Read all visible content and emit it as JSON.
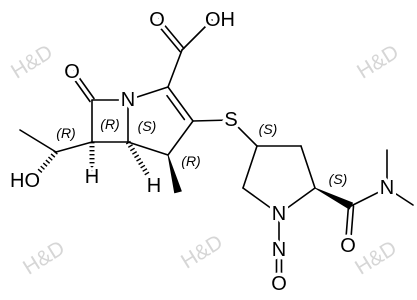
{
  "diagram": {
    "atoms": {
      "lactam_oxygen": "O",
      "lactam_nitrogen": "N",
      "acid_carbonyl_oxygen": "O",
      "acid_hydroxyl": "OH",
      "thioether_sulfur": "S",
      "side_chain_hydroxyl": "HO",
      "hydrogen_c6": "H",
      "hydrogen_c5": "H",
      "pyrrolidine_nitrogen": "N",
      "nitroso_nitrogen": "N",
      "nitroso_oxygen": "O",
      "amide_oxygen": "O",
      "amide_nitrogen": "N"
    },
    "stereo_labels": {
      "c8": "(R)",
      "c6": "(R)",
      "c5": "(S)",
      "c4": "(R)",
      "pyrrolidine_c3": "(S)",
      "pyrrolidine_c5": "(S)"
    },
    "watermark": "H&D"
  },
  "colors": {
    "background": "#ffffff",
    "bond": "#000000",
    "label": "#000000",
    "watermark": "#d6d6d6"
  }
}
